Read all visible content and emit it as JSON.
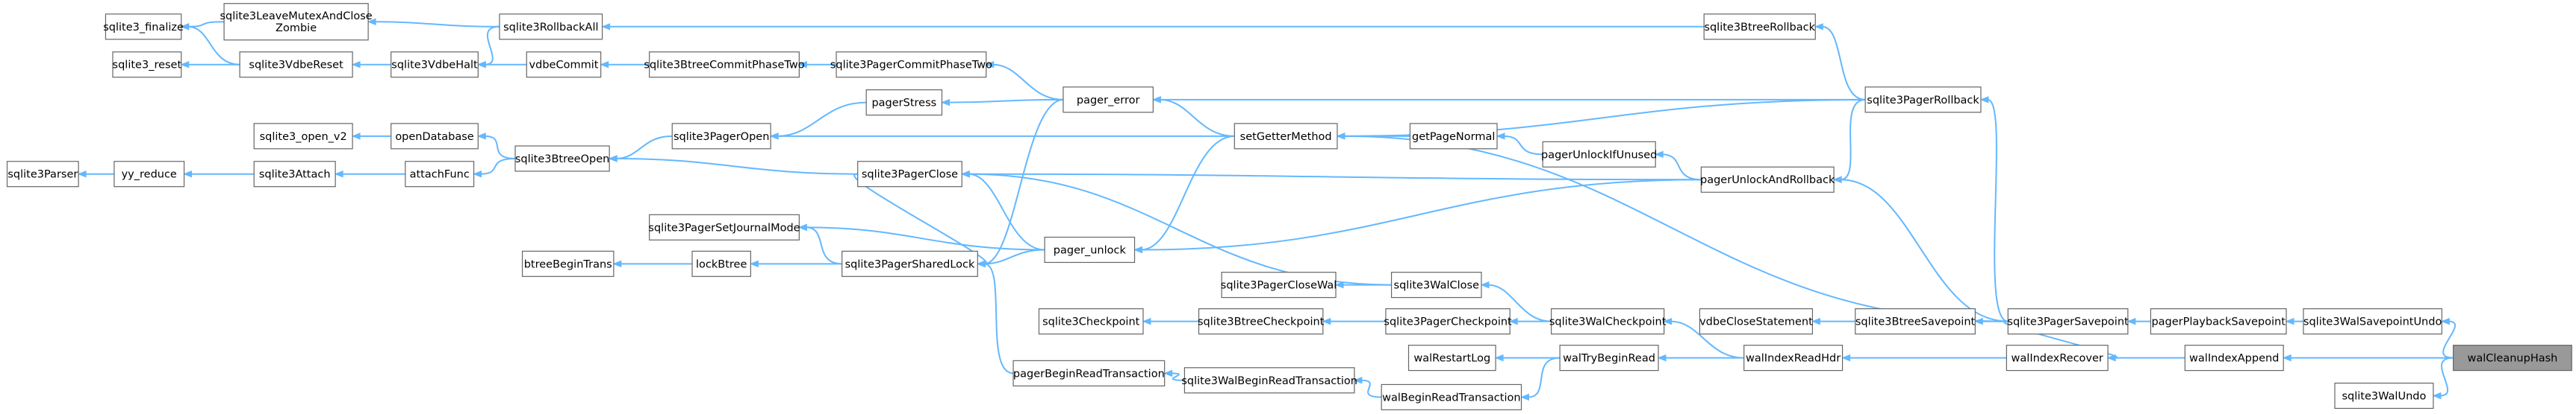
{
  "nodes": {
    "sqlite3_finalize": "sqlite3_finalize",
    "sqlite3LeaveMutexAndCloseZombie": "sqlite3LeaveMutexAndClose\nZombie",
    "sqlite3RollbackAll": "sqlite3RollbackAll",
    "sqlite3BtreeRollback": "sqlite3BtreeRollback",
    "sqlite3_reset": "sqlite3_reset",
    "sqlite3VdbeReset": "sqlite3VdbeReset",
    "sqlite3VdbeHalt": "sqlite3VdbeHalt",
    "vdbeCommit": "vdbeCommit",
    "sqlite3BtreeCommitPhaseTwo": "sqlite3BtreeCommitPhaseTwo",
    "sqlite3PagerCommitPhaseTwo": "sqlite3PagerCommitPhaseTwo",
    "pager_error": "pager_error",
    "sqlite3PagerRollback": "sqlite3PagerRollback",
    "sqlite3_open_v2": "sqlite3_open_v2",
    "openDatabase": "openDatabase",
    "pagerStress": "pagerStress",
    "setGetterMethod": "setGetterMethod",
    "getPageNormal": "getPageNormal",
    "sqlite3BtreeOpen": "sqlite3BtreeOpen",
    "sqlite3PagerOpen": "sqlite3PagerOpen",
    "pagerUnlockIfUnused": "pagerUnlockIfUnused",
    "sqlite3Parser": "sqlite3Parser",
    "yy_reduce": "yy_reduce",
    "sqlite3Attach": "sqlite3Attach",
    "attachFunc": "attachFunc",
    "sqlite3PagerClose": "sqlite3PagerClose",
    "pagerUnlockAndRollback": "pagerUnlockAndRollback",
    "sqlite3PagerSetJournalMode": "sqlite3PagerSetJournalMode",
    "pager_unlock": "pager_unlock",
    "btreeBeginTrans": "btreeBeginTrans",
    "lockBtree": "lockBtree",
    "sqlite3PagerSharedLock": "sqlite3PagerSharedLock",
    "sqlite3PagerCloseWal": "sqlite3PagerCloseWal",
    "sqlite3WalClose": "sqlite3WalClose",
    "sqlite3Checkpoint": "sqlite3Checkpoint",
    "sqlite3BtreeCheckpoint": "sqlite3BtreeCheckpoint",
    "sqlite3PagerCheckpoint": "sqlite3PagerCheckpoint",
    "sqlite3WalCheckpoint": "sqlite3WalCheckpoint",
    "vdbeCloseStatement": "vdbeCloseStatement",
    "sqlite3BtreeSavepoint": "sqlite3BtreeSavepoint",
    "sqlite3PagerSavepoint": "sqlite3PagerSavepoint",
    "pagerPlaybackSavepoint": "pagerPlaybackSavepoint",
    "sqlite3WalSavepointUndo": "sqlite3WalSavepointUndo",
    "walRestartLog": "walRestartLog",
    "walTryBeginRead": "walTryBeginRead",
    "walIndexReadHdr": "walIndexReadHdr",
    "walIndexRecover": "walIndexRecover",
    "walIndexAppend": "walIndexAppend",
    "walCleanupHash": "walCleanupHash",
    "pagerBeginReadTransaction": "pagerBeginReadTransaction",
    "sqlite3WalBeginReadTransaction": "sqlite3WalBeginReadTransaction",
    "walBeginReadTransaction": "walBeginReadTransaction",
    "sqlite3WalUndo": "sqlite3WalUndo"
  },
  "colors": {
    "edge": "#63b8ff",
    "node_border": "#666666",
    "root_fill": "#999999"
  }
}
